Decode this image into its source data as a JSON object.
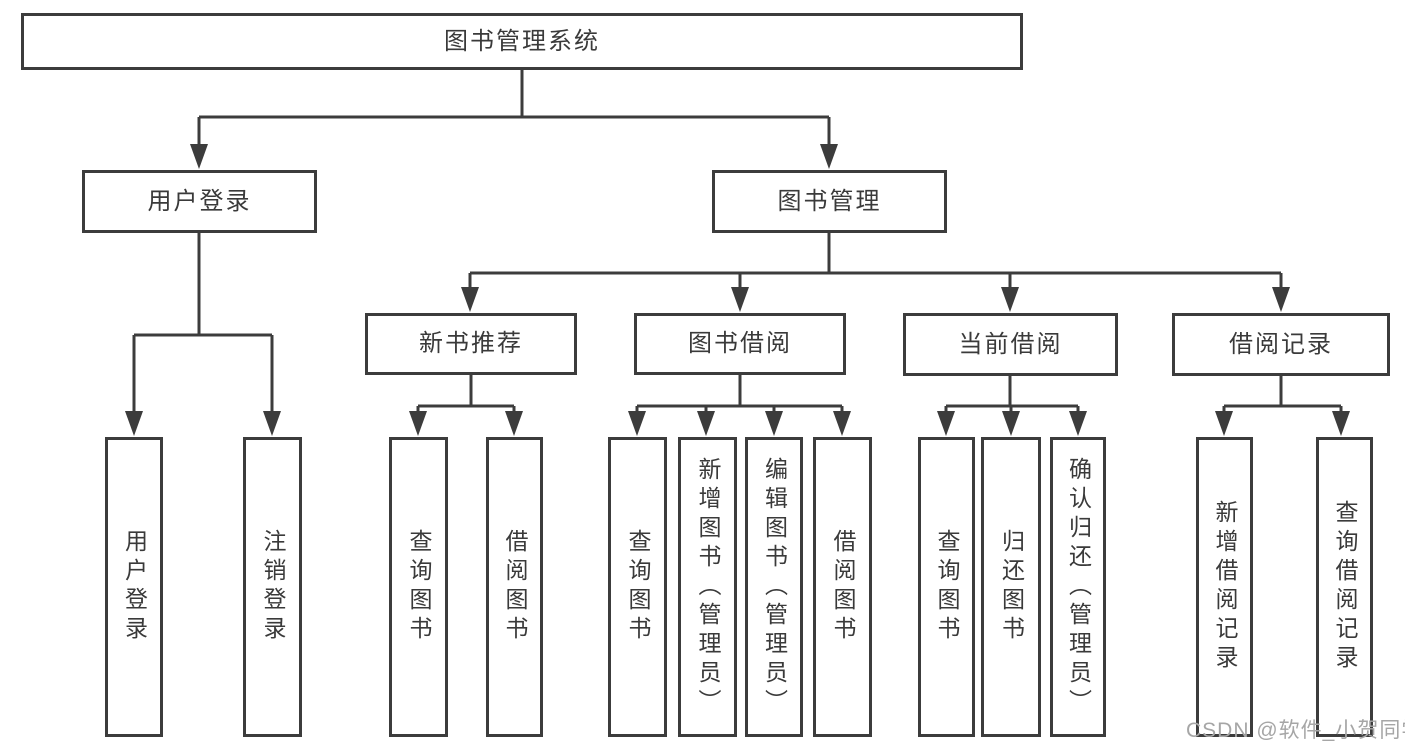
{
  "watermark": "CSDN @软件_小贺同学",
  "nodes": {
    "root": {
      "label": "图书管理系统"
    },
    "user_login": {
      "label": "用户登录"
    },
    "book_mgmt": {
      "label": "图书管理"
    },
    "new_book_rec": {
      "label": "新书推荐"
    },
    "book_borrow": {
      "label": "图书借阅"
    },
    "current_borrow": {
      "label": "当前借阅"
    },
    "borrow_record": {
      "label": "借阅记录"
    },
    "leaf_user_login": {
      "label": "用户登录"
    },
    "leaf_logout": {
      "label": "注销登录"
    },
    "leaf_rec_query_book": {
      "label": "查询图书"
    },
    "leaf_rec_borrow_book": {
      "label": "借阅图书"
    },
    "leaf_bb_query_book": {
      "label": "查询图书"
    },
    "leaf_bb_add_book": {
      "label": "新增图书（管理员）"
    },
    "leaf_bb_edit_book": {
      "label": "编辑图书（管理员）"
    },
    "leaf_bb_borrow_book": {
      "label": "借阅图书"
    },
    "leaf_cb_query_book": {
      "label": "查询图书"
    },
    "leaf_cb_return_book": {
      "label": "归还图书"
    },
    "leaf_cb_confirm_return": {
      "label": "确认归还（管理员）"
    },
    "leaf_br_add_record": {
      "label": "新增借阅记录"
    },
    "leaf_br_query_record": {
      "label": "查询借阅记录"
    }
  },
  "edges": [
    {
      "from": "图书管理系统",
      "to": [
        "用户登录",
        "图书管理"
      ]
    },
    {
      "from": "用户登录",
      "to": [
        "用户登录",
        "注销登录"
      ]
    },
    {
      "from": "图书管理",
      "to": [
        "新书推荐",
        "图书借阅",
        "当前借阅",
        "借阅记录"
      ]
    },
    {
      "from": "新书推荐",
      "to": [
        "查询图书",
        "借阅图书"
      ]
    },
    {
      "from": "图书借阅",
      "to": [
        "查询图书",
        "新增图书（管理员）",
        "编辑图书（管理员）",
        "借阅图书"
      ]
    },
    {
      "from": "当前借阅",
      "to": [
        "查询图书",
        "归还图书",
        "确认归还（管理员）"
      ]
    },
    {
      "from": "借阅记录",
      "to": [
        "新增借阅记录",
        "查询借阅记录"
      ]
    }
  ]
}
